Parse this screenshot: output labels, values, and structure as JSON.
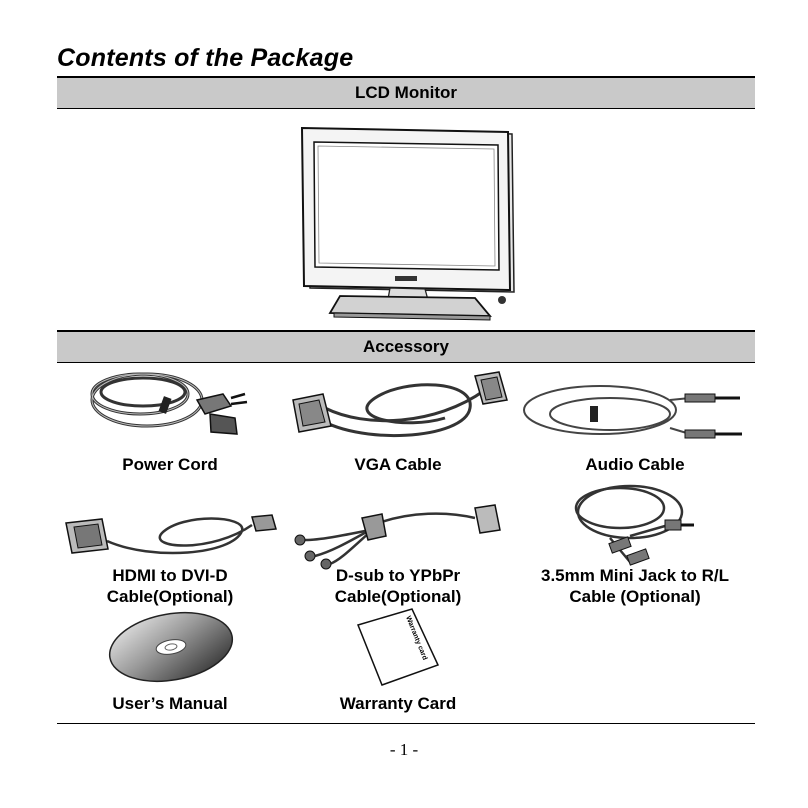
{
  "document": {
    "title": "Contents of the Package",
    "sections": {
      "lcd": "LCD Monitor",
      "accessory": "Accessory"
    },
    "items": {
      "power_cord": "Power Cord",
      "vga_cable": "VGA Cable",
      "audio_cable": "Audio Cable",
      "hdmi_line1": "HDMI to DVI-D",
      "hdmi_line2": "Cable(Optional)",
      "dsub_line1": "D-sub to YPbPr",
      "dsub_line2": "Cable(Optional)",
      "mini_line1": "3.5mm Mini Jack to R/L",
      "mini_line2": "Cable (Optional)",
      "manual": "User’s Manual",
      "warranty": "Warranty Card"
    },
    "warranty_card_text": "Warranty card",
    "page_number": "- 1 -"
  }
}
